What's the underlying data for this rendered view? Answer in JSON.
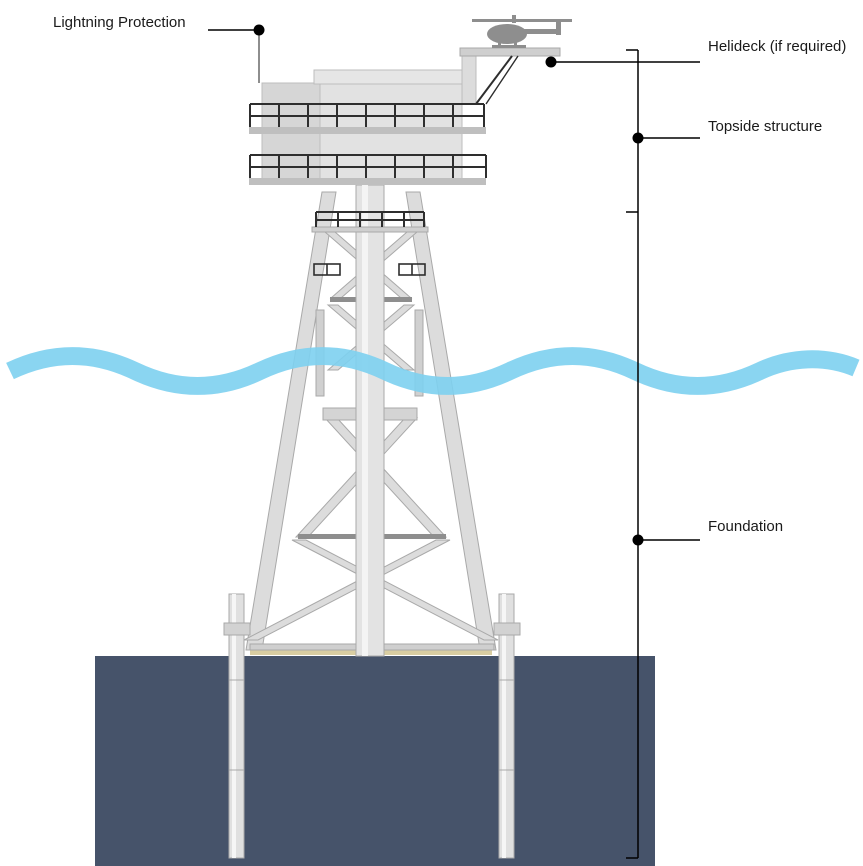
{
  "labels": {
    "lightning_protection": "Lightning Protection",
    "helideck": "Helideck (if required)",
    "topside_structure": "Topside structure",
    "foundation": "Foundation"
  },
  "colors": {
    "water": "#7dd0ef",
    "seabed": "#46536a",
    "structure": "#d9d9d9",
    "structure_stroke": "#a9a9a9",
    "railing": "#2e2e2e",
    "leader_line": "#000000",
    "helicopter": "#8e8e8e"
  },
  "icons": [
    "helicopter-icon"
  ]
}
